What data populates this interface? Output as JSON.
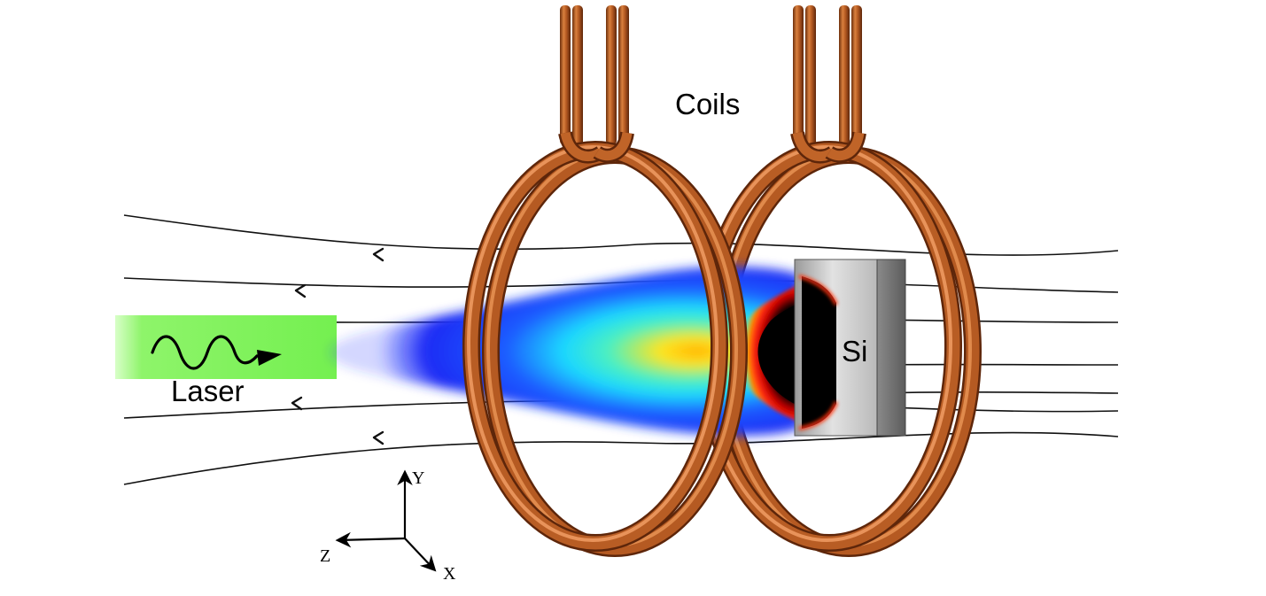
{
  "labels": {
    "coils": "Coils",
    "laser": "Laser",
    "target": "Si",
    "axis_y": "Y",
    "axis_z": "Z",
    "axis_x": "X"
  },
  "colors": {
    "coil": "#b55a22",
    "coil_dark": "#6e2f0c",
    "coil_light": "#e48a4a",
    "laser_beam": "#7cf25a",
    "field_line": "#111111",
    "target_light": "#d2d2d2",
    "target_dark": "#6a6a6a",
    "plume_blue": "#1a2cff",
    "plume_cyan": "#22e8f0",
    "plume_yellow": "#ffe020",
    "plume_red": "#ee1010",
    "plume_core": "#000000"
  },
  "icons": {
    "laser_wave": "wave-arrow-icon",
    "field_arrow": "left-arrowhead-icon"
  }
}
